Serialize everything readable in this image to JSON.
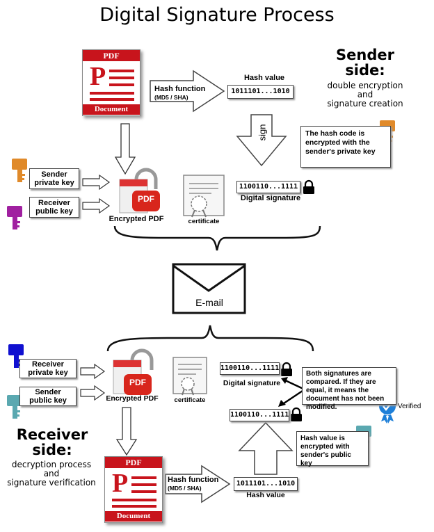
{
  "title": "Digital Signature Process",
  "sender": {
    "heading": "Sender side:",
    "description": [
      "double encryption",
      "and",
      "signature creation"
    ],
    "document": {
      "top_label": "PDF",
      "letter": "P",
      "bottom_label": "Document"
    },
    "hash_function": {
      "label": "Hash function",
      "sub": "(MD5 / SHA)"
    },
    "hash_value": {
      "label": "Hash value",
      "bits": "1011101...1010"
    },
    "sign_label": "sign",
    "note": "The hash code is encrypted with the sender's private key",
    "keys": [
      {
        "label_line1": "Sender",
        "label_line2": "private key",
        "icon": "key-icon",
        "color": "#e08a2a"
      },
      {
        "label_line1": "Receiver",
        "label_line2": "public key",
        "icon": "key-icon",
        "color": "#a020a0"
      }
    ],
    "encrypted_pdf": {
      "badge": "PDF",
      "label": "Encrypted PDF"
    },
    "certificate_label": "certificate",
    "digital_signature": {
      "bits": "1100110...1111",
      "label": "Digital signature"
    }
  },
  "email_label": "E-mail",
  "receiver": {
    "heading": "Receiver side:",
    "description": [
      "decryption process",
      "and",
      "signature verification"
    ],
    "keys": [
      {
        "label_line1": "Receiver",
        "label_line2": "private key",
        "icon": "key-icon",
        "color": "#1010d0"
      },
      {
        "label_line1": "Sender",
        "label_line2": "public key",
        "icon": "key-icon",
        "color": "#5aa8b0"
      }
    ],
    "encrypted_pdf": {
      "badge": "PDF",
      "label": "Encrypted PDF"
    },
    "certificate_label": "certificate",
    "digital_signature": {
      "bits": "1100110...1111",
      "label": "Digital signature"
    },
    "compare_note": "Both signatures are compared. If they are equal, it means the document has not been modified.",
    "decrypted_hash_bits": "1100110...1111",
    "verified_label": "Verified",
    "public_key_note": "Hash value is encrypted with sender's public key",
    "document": {
      "top_label": "PDF",
      "letter": "P",
      "bottom_label": "Document"
    },
    "hash_function": {
      "label": "Hash function",
      "sub": "(MD5 / SHA)"
    },
    "hash_value": {
      "label": "Hash value",
      "bits": "1011101...1010"
    }
  },
  "colors": {
    "pdf_red": "#c8141c",
    "sender_private_key": "#e08a2a",
    "receiver_public_key": "#a020a0",
    "receiver_private_key": "#1010d0",
    "sender_public_key": "#5aa8b0",
    "verified_badge": "#1e7fd8"
  }
}
